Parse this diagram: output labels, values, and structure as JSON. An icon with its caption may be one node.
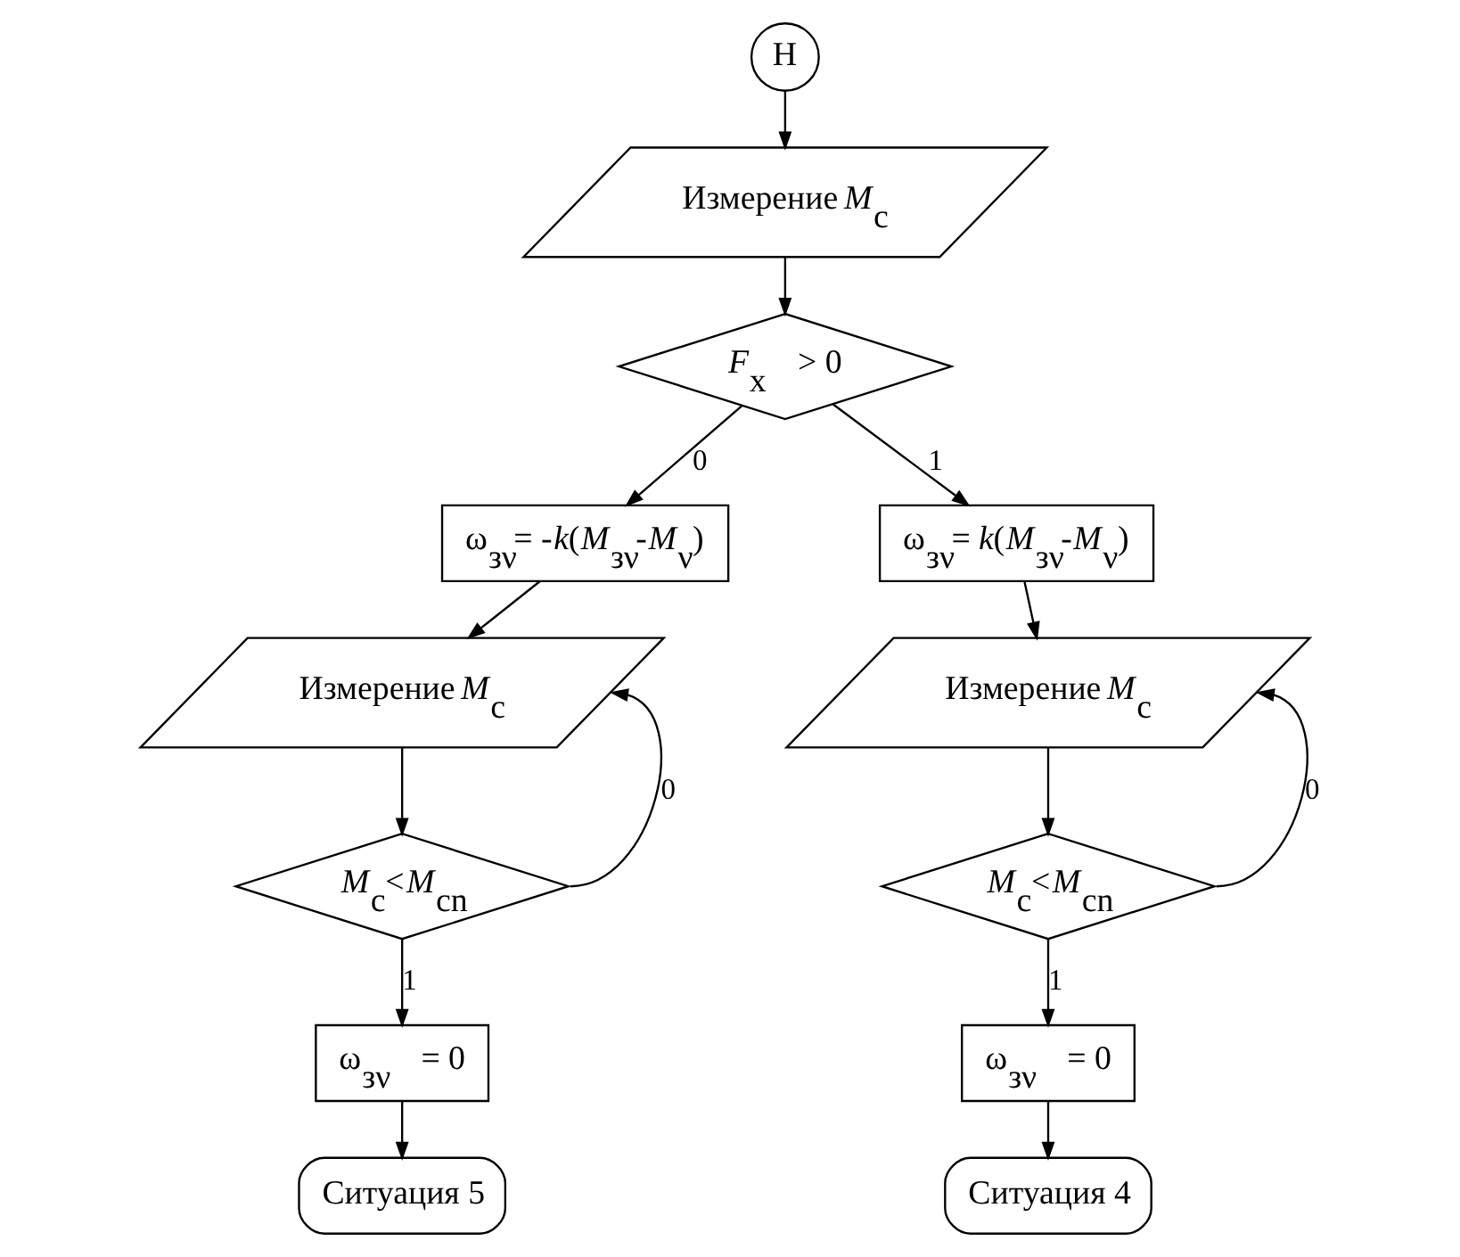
{
  "diagram": {
    "nodes": [
      {
        "text": [
          "Н"
        ]
      },
      {
        "text": [
          "Измерение *M*$_{c}$"
        ]
      },
      {
        "text": [
          "*F*$_{x}$ > 0"
        ]
      },
      {
        "text": [
          "ω$_{зν}$= -*k*(*M*$_{зν}$-*M*$_{ν}$)"
        ]
      },
      {
        "text": [
          "Измерение *M*$_{c}$"
        ]
      },
      {
        "text": [
          "*M*$_{c}$<*M*$_{cn}$"
        ]
      },
      {
        "text": [
          "ω$_{зν}$ = 0"
        ]
      },
      {
        "text": [
          "Ситуация 5"
        ]
      },
      {
        "text": [
          "ω$_{зν}$= *k*(*M*$_{зν}$-*M*$_{ν}$)"
        ]
      },
      {
        "text": [
          "Измерение *M*$_{c}$"
        ]
      },
      {
        "text": [
          "*M*$_{c}$<*M*$_{cn}$"
        ]
      },
      {
        "text": [
          "ω$_{зν}$ = 0"
        ]
      },
      {
        "text": [
          "Ситуация 4"
        ]
      }
    ],
    "edges": [
      {
        "from": 0,
        "to": 1,
        "arrow": "to"
      },
      {
        "from": 1,
        "to": 2,
        "arrow": "to"
      },
      {
        "from": 2,
        "to": 3,
        "arrow": "to",
        "label": "0"
      },
      {
        "from": 2,
        "to": 8,
        "arrow": "to",
        "label": "1"
      },
      {
        "from": 3,
        "to": 4,
        "arrow": "to"
      },
      {
        "from": 4,
        "to": 5,
        "arrow": "to"
      },
      {
        "from": 5,
        "to": 6,
        "arrow": "to",
        "label": "1"
      },
      {
        "from": 5,
        "to": 4,
        "arrow": "to",
        "label": "0"
      },
      {
        "from": 6,
        "to": 7,
        "arrow": "to"
      },
      {
        "from": 8,
        "to": 9,
        "arrow": "to"
      },
      {
        "from": 9,
        "to": 10,
        "arrow": "to"
      },
      {
        "from": 10,
        "to": 11,
        "arrow": "to",
        "label": "1"
      },
      {
        "from": 10,
        "to": 9,
        "arrow": "to",
        "label": "0"
      },
      {
        "from": 11,
        "to": 12,
        "arrow": "to"
      }
    ]
  }
}
